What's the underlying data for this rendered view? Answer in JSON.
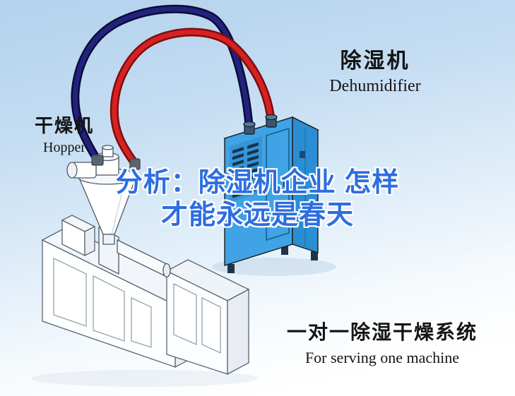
{
  "page": {
    "type": "dehumidifier-article-illustration",
    "language": "zh-CN"
  },
  "colors": {
    "sky_top": "#b3d2ed",
    "sky_bottom": "#ffffff",
    "headline_blue": "#2d6ee0",
    "hose_red": "#d42222",
    "hose_navy": "#22227e",
    "dehumidifier_body_blue": "#3fa3e5",
    "label_text": "#141414"
  },
  "machine_labels": {
    "dehumidifier": {
      "zh": "除湿机",
      "en": "Dehumidifier"
    },
    "hopper": {
      "zh": "干燥机",
      "en": "Hopper"
    }
  },
  "headline": {
    "line1": "分析：除湿机企业 怎样",
    "line2": "才能永远是春天"
  },
  "caption": {
    "zh": "一对一除湿干燥系统",
    "en": "For serving one machine"
  }
}
